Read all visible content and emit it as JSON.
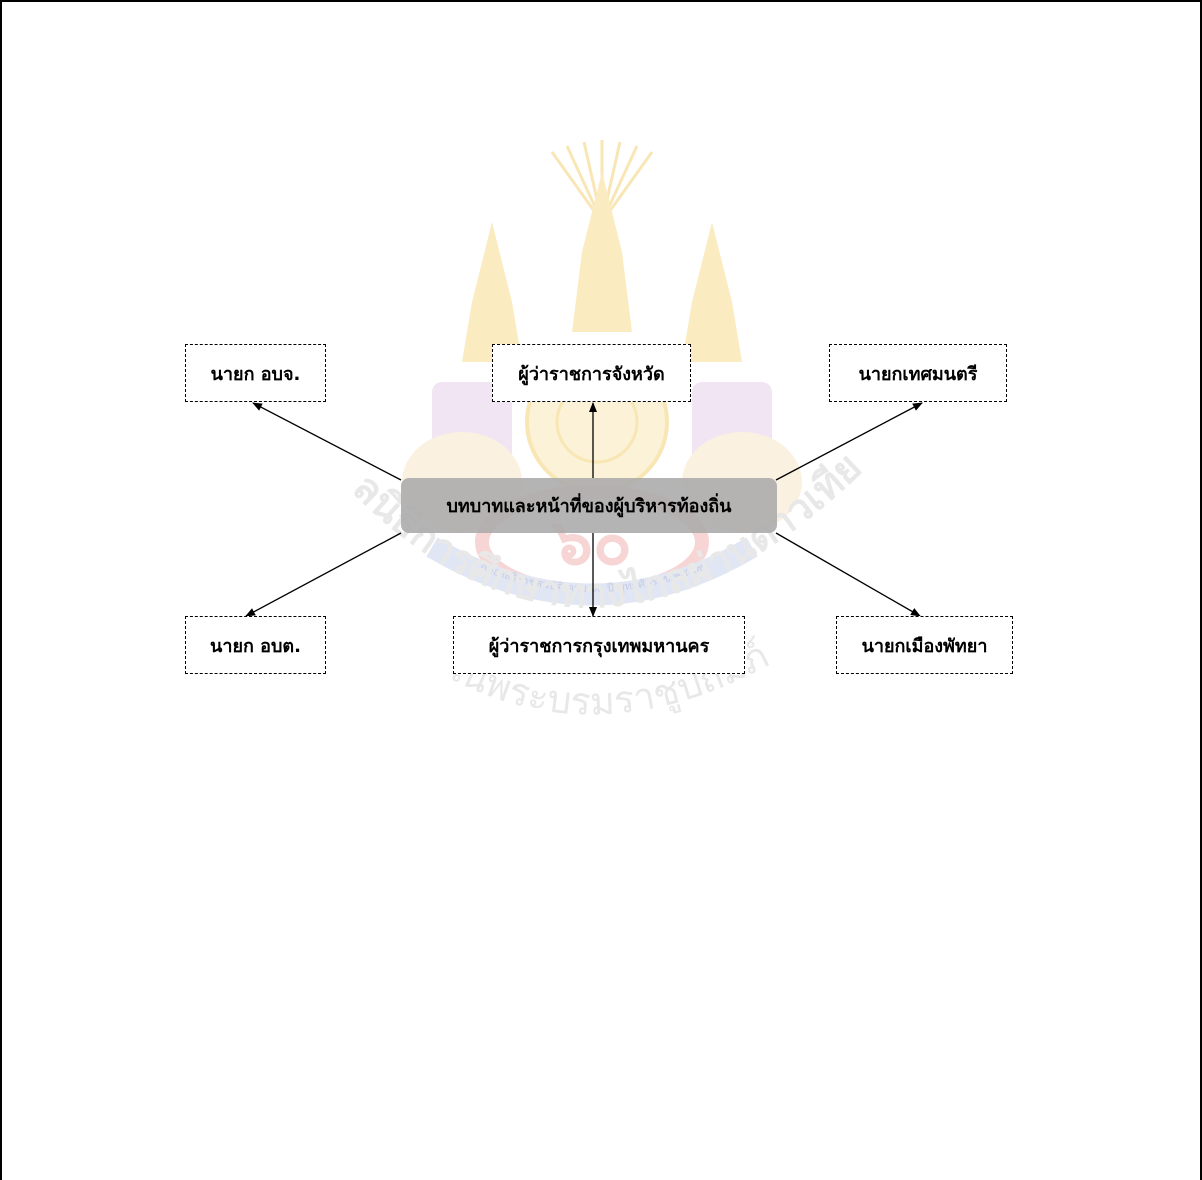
{
  "diagram": {
    "center_label": "บทบาทและหน้าที่ของผู้บริหารท้องถิ่น",
    "nodes": {
      "top_left": "นายก อบจ.",
      "top_center": "ผู้ว่าราชการจังหวัด",
      "top_right": "นายกเทศมนตรี",
      "bottom_left": "นายก อบต.",
      "bottom_center": "ผู้ว่าราชการกรุงเทพมหานคร",
      "bottom_right": "นายกเมืองพัทยา"
    }
  },
  "watermark": {
    "text_line1": "มูลนิธิการศึกษาทางไกลผ่านดาวเทียม",
    "text_line2": "ในพระบรมราชูปถัมภ์",
    "emblem_digits": "๖๐",
    "emblem_ribbon": "ฉลองสิริราชสมบัติ ครบ ๖๐ ปี พุทธศักราช ๒๕๔๙",
    "colors": {
      "gold": "#f3d27a",
      "red": "#f2b4b4",
      "purple": "#d9c3df",
      "blue": "#c9d3ee"
    }
  }
}
